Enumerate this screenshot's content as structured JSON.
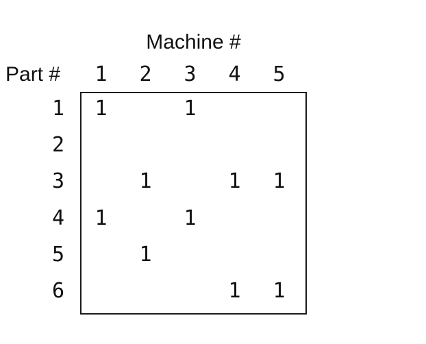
{
  "figure": {
    "title": "Machine #",
    "row_axis_label": "Part #",
    "machine_columns": [
      "1",
      "2",
      "3",
      "4",
      "5"
    ],
    "part_rows": [
      "1",
      "2",
      "3",
      "4",
      "5",
      "6"
    ],
    "matrix": [
      [
        "1",
        "",
        "1",
        "",
        ""
      ],
      [
        "",
        "",
        "",
        "",
        ""
      ],
      [
        "",
        "1",
        "",
        "1",
        "1"
      ],
      [
        "1",
        "",
        "1",
        "",
        ""
      ],
      [
        "",
        "1",
        "",
        "",
        ""
      ],
      [
        "",
        "",
        "",
        "1",
        "1"
      ]
    ],
    "colors": {
      "text": "#111111",
      "background": "#ffffff",
      "border": "#1a1a1a"
    }
  },
  "chart_data": {
    "type": "table",
    "title": "Machine #",
    "row_label": "Part #",
    "columns": [
      "1",
      "2",
      "3",
      "4",
      "5"
    ],
    "rows": [
      "1",
      "2",
      "3",
      "4",
      "5",
      "6"
    ],
    "incidence": [
      [
        1,
        0,
        1,
        0,
        0
      ],
      [
        0,
        0,
        0,
        0,
        0
      ],
      [
        0,
        1,
        0,
        1,
        1
      ],
      [
        1,
        0,
        1,
        0,
        0
      ],
      [
        0,
        1,
        0,
        0,
        0
      ],
      [
        0,
        0,
        0,
        1,
        1
      ]
    ]
  }
}
